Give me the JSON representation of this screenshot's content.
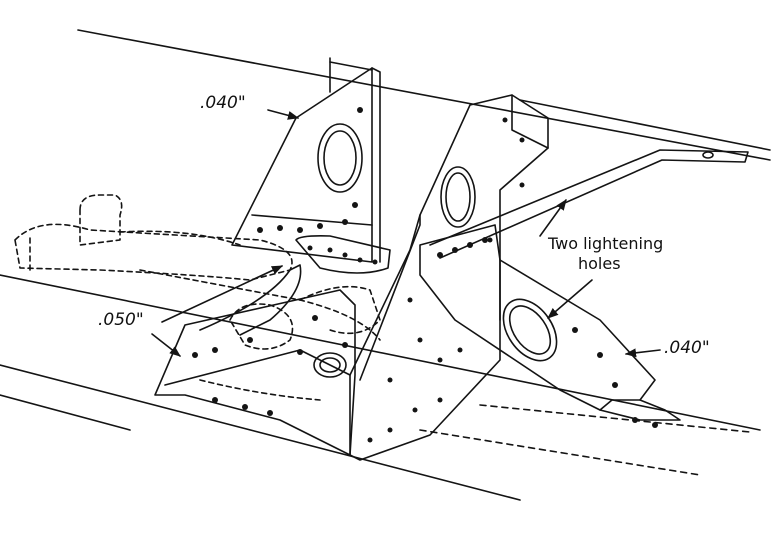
{
  "figure": {
    "labels": {
      "thickness_top": ".040\"",
      "thickness_left": ".050\"",
      "thickness_right": ".040\"",
      "lightening_line1": "Two lightening",
      "lightening_line2": "holes"
    },
    "ink_color": "#141414",
    "paper_color": "#ffffff"
  }
}
